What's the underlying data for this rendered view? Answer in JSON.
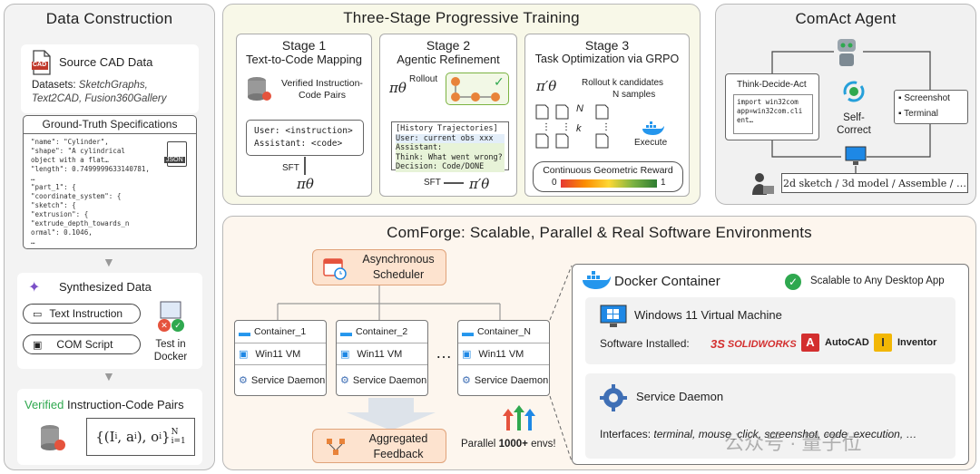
{
  "data_construction": {
    "title": "Data Construction",
    "source_label": "Source CAD Data",
    "datasets_prefix": "Datasets:",
    "datasets_list": "SketchGraphs, Text2CAD, Fusion360Gallery",
    "gt_title": "Ground-Truth Specifications",
    "json_badge": "JSON",
    "json_lines": [
      "\"name\": \"Cylinder\",",
      "\"shape\": \"A cylindrical",
      "object with a flat…",
      "\"length\": 0.7499999633140781,",
      "…",
      "\"part_1\": {",
      "\"coordinate_system\": {",
      "\"sketch\": {",
      "\"extrusion\": {",
      "\"extrude_depth_towards_n",
      "ormal\": 0.1046,",
      "…"
    ],
    "synth_title": "Synthesized Data",
    "text_instruction": "Text Instruction",
    "com_script": "COM Script",
    "test_in_docker": "Test in Docker",
    "verified_word": "Verified",
    "verified_rest": " Instruction-Code Pairs",
    "formula_main": "{(I",
    "formula_i": "i",
    "formula_mid": ", a",
    "formula_close": "), o",
    "formula_end": "}",
    "formula_sup": "N",
    "formula_sub": "i=1",
    "cad_badge": "CAD"
  },
  "training": {
    "title": "Three-Stage Progressive Training",
    "stage1_title": "Stage 1",
    "stage1_sub": "Text-to-Code Mapping",
    "stage1_verified": "Verified Instruction-Code Pairs",
    "stage1_user": "User: <instruction>",
    "stage1_assistant": "Assistant: <code>",
    "stage1_sft": "SFT",
    "policy": "πθ",
    "policy_prime": "π′θ",
    "stage2_title": "Stage 2",
    "stage2_sub": "Agentic Refinement",
    "stage2_rollout": "Rollout",
    "stage2_hist": "[History Trajectories]",
    "stage2_user": "User: current obs xxx",
    "stage2_assistant": "Assistant:",
    "stage2_think": "Think: What went wrong?",
    "stage2_decision": "Decision: Code/DONE",
    "stage2_sft": "SFT",
    "stage3_title": "Stage 3",
    "stage3_sub": "Task Optimization via GRPO",
    "stage3_rollout": "Rollout k candidates",
    "stage3_samples": "N samples",
    "stage3_k": "k",
    "stage3_n": "N",
    "stage3_execute": "Execute",
    "stage3_reward": "Continuous Geometric Reward",
    "stage3_min": "0",
    "stage3_max": "1"
  },
  "agent": {
    "title": "ComAct Agent",
    "think_title": "Think-Decide-Act",
    "code_lines": [
      "import win32com",
      "app=win32com.cli",
      "ent…"
    ],
    "self_correct": "Self-Correct",
    "screenshot": "Screenshot",
    "terminal": "Terminal",
    "task_bar": "2d sketch / 3d model / Assemble / …"
  },
  "comforge": {
    "title": "ComForge: Scalable, Parallel & Real Software Environments",
    "scheduler": "Asynchronous Scheduler",
    "containers": [
      {
        "name": "Container_1",
        "vm": "Win11 VM",
        "daemon": "Service Daemon"
      },
      {
        "name": "Container_2",
        "vm": "Win11 VM",
        "daemon": "Service Daemon"
      },
      {
        "name": "Container_N",
        "vm": "Win11 VM",
        "daemon": "Service Daemon"
      }
    ],
    "ellipsis": "…",
    "feedback": "Aggregated Feedback",
    "parallel_pre": "Parallel ",
    "parallel_bold": "1000+",
    "parallel_post": " envs!",
    "docker_title": "Docker Container",
    "scalable": "Scalable to Any Desktop App",
    "win_vm": "Windows 11 Virtual Machine",
    "software_label": "Software Installed:",
    "solidworks": "SOLIDWORKS",
    "autocad": "AutoCAD",
    "inventor": "Inventor",
    "service_daemon": "Service Daemon",
    "interfaces_label": "Interfaces: ",
    "interfaces_list": "terminal, mouse_click, screenshot, code_execution, …",
    "watermark": "公众号 · 量子位"
  },
  "colors": {
    "orange_fill": "#fde3cf",
    "green": "#2fa84f",
    "docker_blue": "#2496ed",
    "panel_peach": "#fdf6ee"
  }
}
